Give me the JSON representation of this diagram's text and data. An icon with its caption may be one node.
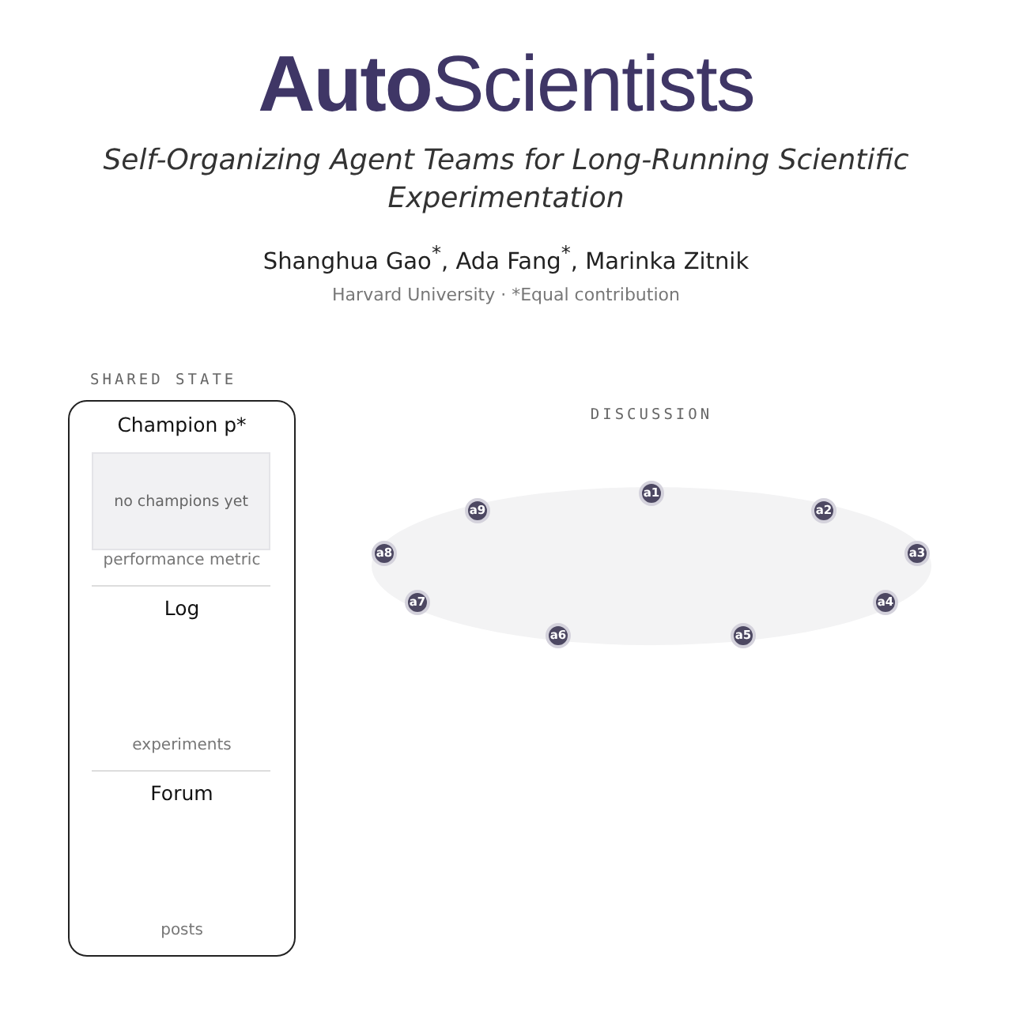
{
  "diagram": {
    "title": "**Auto**Scientists",
    "nodes": [
      {
        "text": [
          "SHARED STATE"
        ]
      },
      {
        "text": [
          "no champions yet"
        ],
        "in": 0
      },
      {
        "text": [],
        "shape": "ellipse"
      },
      {
        "text": [
          "a1"
        ],
        "in": 2
      },
      {
        "text": [
          "a2"
        ],
        "in": 2
      },
      {
        "text": [
          "a3"
        ],
        "in": 2
      },
      {
        "text": [
          "a4"
        ],
        "in": 2
      },
      {
        "text": [
          "a5"
        ],
        "in": 2
      },
      {
        "text": [
          "a6"
        ],
        "in": 2
      },
      {
        "text": [
          "a7"
        ],
        "in": 2
      },
      {
        "text": [
          "a8"
        ],
        "in": 2
      },
      {
        "text": [
          "a9"
        ],
        "in": 2
      }
    ],
    "edges": [],
    "labels": [
      "Self-Organizing Agent Teams for Long-Running Scientific Experimentation",
      "Shanghua Gao$^{*}$, Ada Fang$^{*}$, Marinka Zitnik",
      "Harvard University · *Equal contribution",
      "DISCUSSION",
      "Champion p*",
      "performance metric",
      "Log",
      "experiments",
      "Forum",
      "posts"
    ]
  }
}
